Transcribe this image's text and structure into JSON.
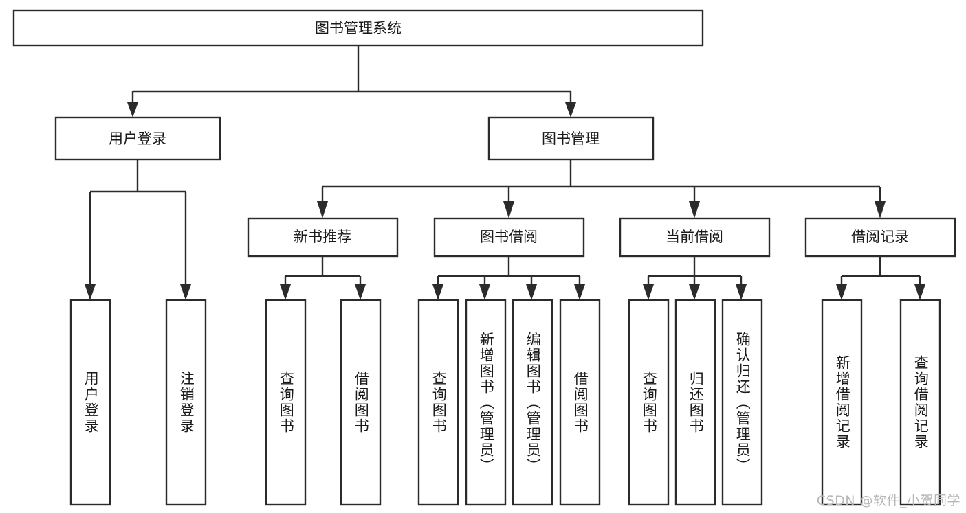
{
  "diagram": {
    "type": "hierarchy-tree",
    "title": "图书管理系统",
    "watermark": "CSDN @软件_小贺同学",
    "colors": {
      "stroke": "#2b2b2b",
      "fill": "#ffffff",
      "text": "#1a1a1a",
      "watermark": "#b8b8b8"
    },
    "root": {
      "id": "root",
      "label": "图书管理系统"
    },
    "level2": [
      {
        "id": "user-login",
        "label": "用户登录"
      },
      {
        "id": "book-manage",
        "label": "图书管理"
      }
    ],
    "level3": [
      {
        "id": "new-book-recommend",
        "label": "新书推荐",
        "parent": "book-manage"
      },
      {
        "id": "book-borrow",
        "label": "图书借阅",
        "parent": "book-manage"
      },
      {
        "id": "current-borrow",
        "label": "当前借阅",
        "parent": "book-manage"
      },
      {
        "id": "borrow-record",
        "label": "借阅记录",
        "parent": "book-manage"
      }
    ],
    "leaves": [
      {
        "id": "leaf-user-login",
        "label": "用户登录",
        "parent": "user-login"
      },
      {
        "id": "leaf-logout-login",
        "label": "注销登录",
        "parent": "user-login"
      },
      {
        "id": "leaf-query-book-1",
        "label": "查询图书",
        "parent": "new-book-recommend"
      },
      {
        "id": "leaf-borrow-book-1",
        "label": "借阅图书",
        "parent": "new-book-recommend"
      },
      {
        "id": "leaf-query-book-2",
        "label": "查询图书",
        "parent": "book-borrow"
      },
      {
        "id": "leaf-add-book",
        "label": "新增图书（管理员）",
        "parent": "book-borrow"
      },
      {
        "id": "leaf-edit-book",
        "label": "编辑图书（管理员）",
        "parent": "book-borrow"
      },
      {
        "id": "leaf-borrow-book-2",
        "label": "借阅图书",
        "parent": "book-borrow"
      },
      {
        "id": "leaf-query-book-3",
        "label": "查询图书",
        "parent": "current-borrow"
      },
      {
        "id": "leaf-return-book",
        "label": "归还图书",
        "parent": "current-borrow"
      },
      {
        "id": "leaf-confirm-return",
        "label": "确认归还（管理员）",
        "parent": "current-borrow"
      },
      {
        "id": "leaf-add-record",
        "label": "新增借阅记录",
        "parent": "borrow-record"
      },
      {
        "id": "leaf-query-record",
        "label": "查询借阅记录",
        "parent": "borrow-record"
      }
    ]
  }
}
